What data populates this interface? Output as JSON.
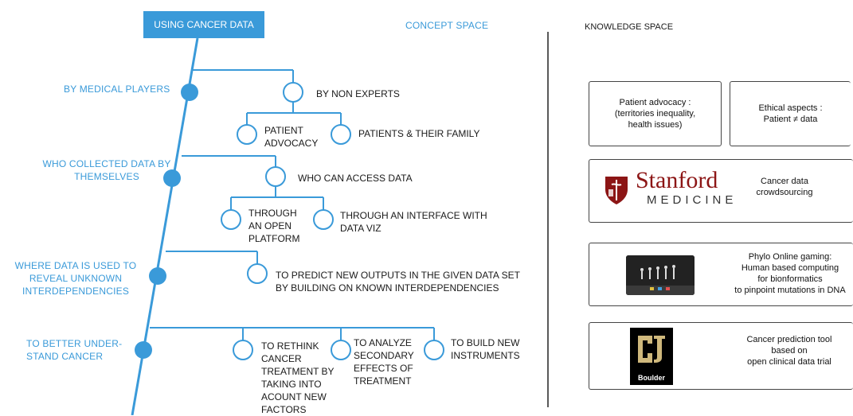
{
  "header": {
    "title_box": "USING CANCER DATA",
    "concept_space": "CONCEPT SPACE",
    "knowledge_space": "KNOWLEDGE SPACE"
  },
  "branches": {
    "medical_players": "BY MEDICAL PLAYERS",
    "non_experts": "BY NON EXPERTS",
    "patient_advocacy": "PATIENT\nADVOCACY",
    "patients_family": "PATIENTS & THEIR FAMILY",
    "who_collected": "WHO COLLECTED DATA BY\nTHEMSELVES",
    "who_can_access": "WHO CAN ACCESS DATA",
    "open_platform": "THROUGH\nAN OPEN\nPLATFORM",
    "interface_dataviz": "THROUGH AN INTERFACE WITH\nDATA VIZ",
    "where_used": "WHERE DATA IS USED TO\nREVEAL UNKNOWN\nINTERDEPENDENCIES",
    "predict_outputs": "TO PREDICT NEW OUTPUTS IN THE GIVEN DATA SET\nBY BUILDING ON KNOWN INTERDEPENDENCIES",
    "better_understand": "TO BETTER UNDER-\nSTAND CANCER",
    "rethink_treatment": "TO RETHINK\nCANCER\nTREATMENT BY\nTAKING INTO\nACOUNT NEW\nFACTORS",
    "analyze_effects": "TO ANALYZE\nSECONDARY\nEFFECTS OF\nTREATMENT",
    "build_instruments": "TO BUILD NEW\nINSTRUMENTS"
  },
  "cards": {
    "patient_advocacy": "Patient advocacy :\n(territories inequality,\nhealth issues)",
    "ethical_aspects": "Ethical aspects :\nPatient ≠ data",
    "stanford_word": "Stanford",
    "stanford_sub": "MEDICINE",
    "crowdsourcing": "Cancer data\ncrowdsourcing",
    "phylo": "Phylo Online gaming:\nHuman based computing\nfor bionformatics\nto pinpoint mutations in DNA",
    "prediction_tool": "Cancer prediction tool\nbased on\nopen clinical data trial",
    "boulder_label": "Boulder"
  },
  "colors": {
    "accent": "#3a9ad9",
    "stanford_red": "#8c1515",
    "cu_gold": "#cfb87c"
  }
}
